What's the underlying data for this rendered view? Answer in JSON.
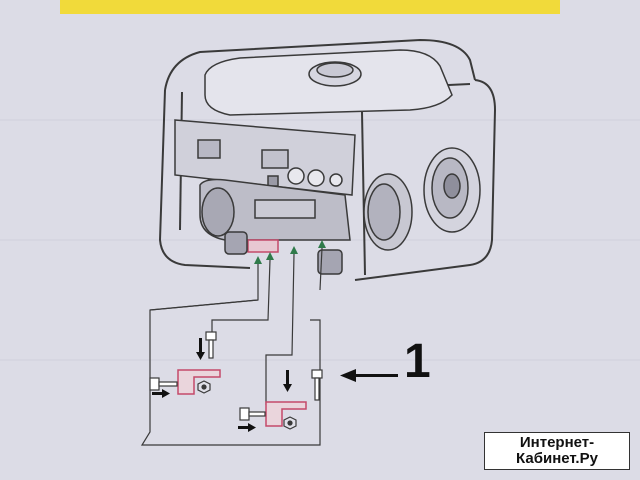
{
  "colors": {
    "paper": "#dcdce6",
    "yellow_band": "#f1da3a",
    "line": "#3a3a3a",
    "bracket": "#c44a6a",
    "arrow_green": "#2f7a4a"
  },
  "step": {
    "number": "1"
  },
  "watermark": {
    "line1": "Интернет-",
    "line2": "Кабинет.Ру"
  }
}
